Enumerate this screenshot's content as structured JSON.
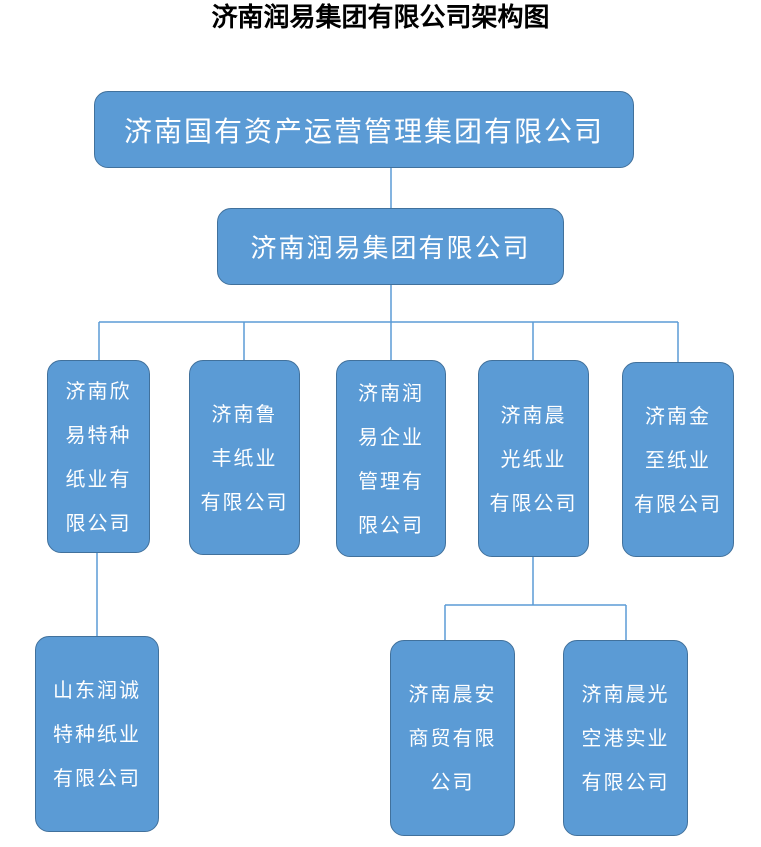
{
  "title": "济南润易集团有限公司架构图",
  "colors": {
    "box_fill": "#5b9bd5",
    "box_border": "#41719c",
    "connector": "#5b9bd5",
    "text": "#ffffff"
  },
  "nodes": {
    "root": "济南国有资产运营管理集团有限公司",
    "group": "济南润易集团有限公司",
    "xinyi": "济南欣\n易特种\n纸业有\n限公司",
    "lufeng": "济南鲁\n丰纸业\n有限公司",
    "runyi_mgmt": "济南润\n易企业\n管理有\n限公司",
    "chenguang": "济南晨\n光纸业\n有限公司",
    "jinzhi": "济南金\n至纸业\n有限公司",
    "runcheng": "山东润诚\n特种纸业\n有限公司",
    "chenan": "济南晨安\n商贸有限\n公司",
    "chenguang_port": "济南晨光\n空港实业\n有限公司"
  }
}
